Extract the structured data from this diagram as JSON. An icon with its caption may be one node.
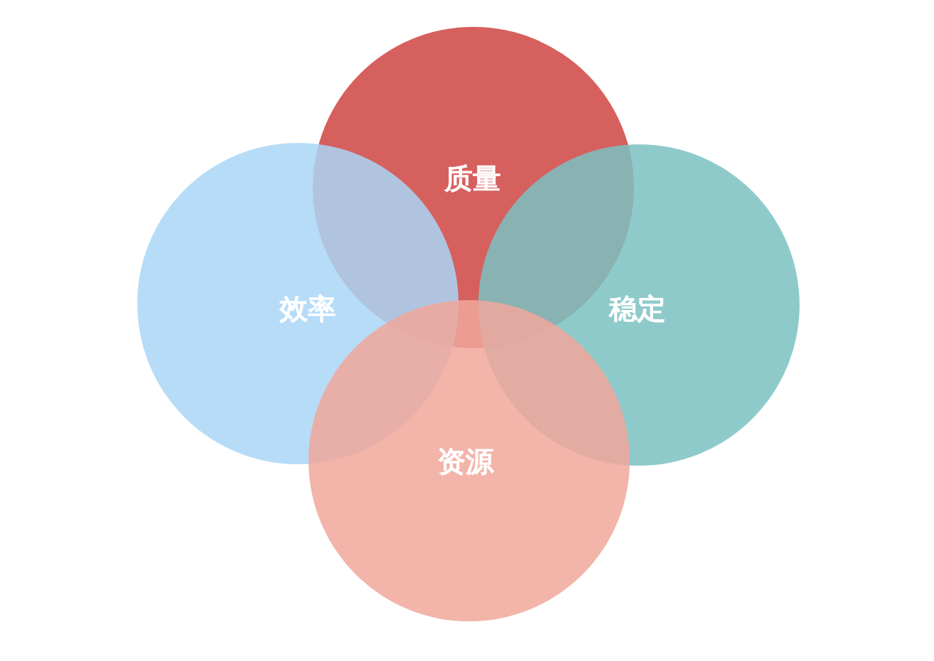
{
  "diagram": {
    "nodes": [
      {
        "text": [
          "质量"
        ]
      },
      {
        "text": [
          "效率"
        ]
      },
      {
        "text": [
          "稳定"
        ]
      },
      {
        "text": [
          "资源"
        ]
      }
    ]
  }
}
